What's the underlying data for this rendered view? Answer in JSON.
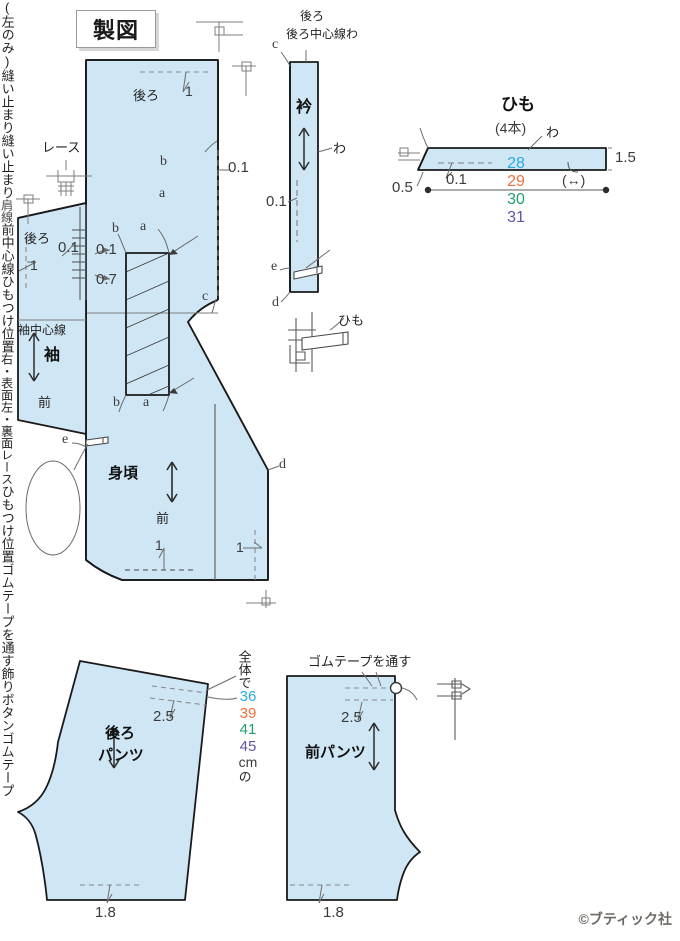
{
  "title": {
    "label": "製図"
  },
  "credit": {
    "text": "©ブティック社"
  },
  "colors": {
    "fabric_fill": "#cfe7f5",
    "outline": "#1a1a1a",
    "thin_line": "#7d7d7d",
    "size_cyan": "#29abe2",
    "size_orange": "#f0703a",
    "size_green": "#22a06b",
    "size_purple": "#5b56a8"
  },
  "bodice": {
    "back_label": "後ろ",
    "front_label": "前",
    "body_label": "身頃",
    "left_only_note": "(左のみ)",
    "sew_stop_upper": "縫い止まり",
    "sew_stop_lower": "縫い止まり",
    "shoulder_line": "肩線",
    "front_center_line": "前中心線",
    "mark_a_upper": "a",
    "mark_b_upper": "b",
    "mark_a_mid": "a",
    "mark_b_mid": "b",
    "mark_a_low": "a",
    "mark_b_low": "b",
    "mark_c": "c",
    "mark_d": "d",
    "mark_e": "e",
    "hem_allowance": "1",
    "side_allowance": "1",
    "top_allowance": "1",
    "edge_01": "0.1",
    "seam_01": "0.1",
    "seam_07": "0.7",
    "himo_position": "ひもつけ位置",
    "himo_side_note_right": "右・表面",
    "himo_side_note_left": "左・裏面"
  },
  "sleeve": {
    "title": "袖",
    "back_label": "後ろ",
    "front_label": "前",
    "center_line": "袖中心線",
    "lace_top": "レース",
    "lace_side": "レース",
    "lace_amount": "0.1",
    "hem_allowance": "1"
  },
  "collar": {
    "title": "衿",
    "back_center_wa": "後ろ中心線わ",
    "wa": "わ",
    "edge_01": "0.1",
    "mark_c": "c",
    "mark_d": "d",
    "mark_e": "e",
    "himo_position": "ひもつけ位置",
    "himo_detail_label": "ひも"
  },
  "himo": {
    "title": "ひも",
    "count": "(4本)",
    "wa": "わ",
    "width": "1.5",
    "end_allowance": "0.5",
    "fold_01": "0.1",
    "grain_arrow": "(↔)",
    "lengths": [
      {
        "value": "28",
        "color": "size_cyan"
      },
      {
        "value": "29",
        "color": "size_orange"
      },
      {
        "value": "30",
        "color": "size_green"
      },
      {
        "value": "31",
        "color": "size_purple"
      }
    ]
  },
  "back_pants": {
    "title_line1": "後ろ",
    "title_line2": "パンツ",
    "waist_casing": "2.5",
    "hem_allowance": "1.8",
    "elastic_note_line1": "全体で",
    "elastic_note_unit": "cm",
    "elastic_note_suffix": "の",
    "elastic_note_action": "ゴムテープを通す",
    "elastic_lengths": [
      {
        "value": "36",
        "color": "size_cyan"
      },
      {
        "value": "39",
        "color": "size_orange"
      },
      {
        "value": "41",
        "color": "size_green"
      },
      {
        "value": "45",
        "color": "size_purple"
      }
    ]
  },
  "front_pants": {
    "title": "前パンツ",
    "waist_casing": "2.5",
    "hem_allowance": "1.8",
    "elastic_through": "ゴムテープを通す",
    "deco_button": "飾りボタン",
    "elastic_tape_label": "ゴムテープ"
  }
}
